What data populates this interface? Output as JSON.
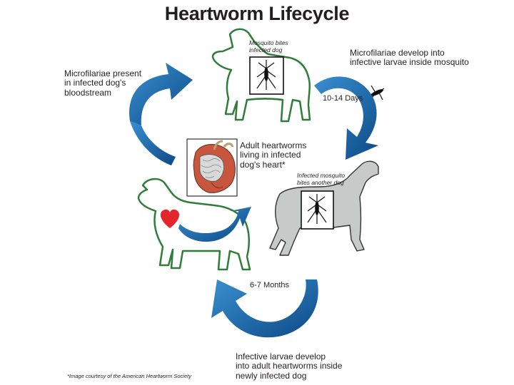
{
  "title": "Heartworm Lifecycle",
  "labels": {
    "mosquito_bites_infected": [
      "Mosquito bites",
      "infected dog"
    ],
    "microfilariae_develop": [
      "Microfilariae develop into",
      "infective larvae inside mosquito"
    ],
    "days": "10-14 Days",
    "microfilariae_present": [
      "Microfilariae present",
      "in infected dog's",
      "bloodstream"
    ],
    "adult_heartworms": [
      "Adult heartworms",
      "living in infected",
      "dog's heart*"
    ],
    "infected_mosquito_bites_another": [
      "Infected mosquito",
      "bites another dog"
    ],
    "months": "6-7 Months",
    "larvae_develop": [
      "Infective larvae develop",
      "into adult heartworms inside",
      "newly infected dog"
    ],
    "credit": "*Image courtesy of the American Heartworm Society"
  },
  "colors": {
    "arrow_blue": "#1b6fb3",
    "arrow_dark": "#0d4a86",
    "dog_outline": "#2e7d3a",
    "dog_gray": "#c8cac9",
    "heart_red": "#e3262b"
  }
}
